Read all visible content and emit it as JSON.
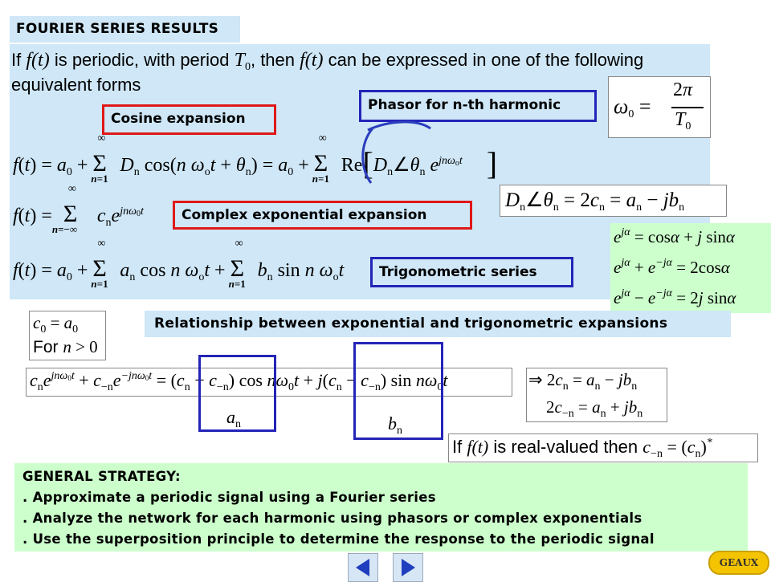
{
  "header": {
    "title": "FOURIER SERIES RESULTS"
  },
  "intro": {
    "if_word": "If",
    "f_t": "f(t)",
    "is_periodic": "is periodic, with period",
    "T": "T",
    "sub0": "0",
    "then": ", then",
    "can_be": "can be expressed in one of the following",
    "line2": "equivalent forms"
  },
  "labels": {
    "phasor": "Phasor for n-th harmonic",
    "cosine": "Cosine expansion",
    "complex": "Complex exponential expansion",
    "trig": "Trigonometric series",
    "relationship": "Relationship between exponential and trigonometric expansions"
  },
  "bottom": {
    "for_word": "For",
    "real_if": "If",
    "real_text": "is real-valued then"
  },
  "strategy": {
    "heading": "GENERAL STRATEGY:",
    "items": [
      ". Approximate a periodic signal using a Fourier series",
      ". Analyze the network for each harmonic using phasors or complex exponentials",
      ". Use the superposition principle to determine the response to the periodic signal"
    ]
  },
  "footer": {
    "geaux": "GEAUX",
    "icons": [
      "arrow-left-icon",
      "arrow-right-icon"
    ]
  },
  "colors": {
    "panel_blue": "#cfe7f7",
    "strategy_green": "#ccffcc",
    "red_border": "#e01818",
    "blue_border": "#2424b8"
  }
}
